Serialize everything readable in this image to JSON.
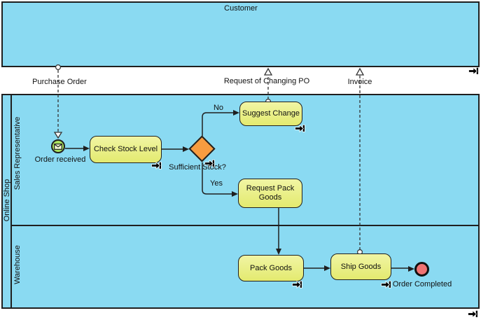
{
  "pools": {
    "customer": {
      "label": "Customer"
    },
    "online_shop": {
      "label": "Online Shop",
      "lanes": {
        "sales_rep": {
          "label": "Sales Representative"
        },
        "warehouse": {
          "label": "Warehouse"
        }
      }
    }
  },
  "nodes": {
    "start_event": {
      "label": "Order received",
      "type": "message-start-event"
    },
    "check_stock_task": {
      "label": "Check Stock Level"
    },
    "gateway": {
      "label": "Sufficient Stock?"
    },
    "suggest_change_task": {
      "label": "Suggest Change"
    },
    "request_pack_task": {
      "label": "Request Pack Goods"
    },
    "pack_goods_task": {
      "label": "Pack Goods"
    },
    "ship_goods_task": {
      "label": "Ship Goods"
    },
    "end_event": {
      "label": "Order Completed"
    }
  },
  "edges": {
    "no": {
      "label": "No"
    },
    "yes": {
      "label": "Yes"
    }
  },
  "messages": {
    "purchase_order": {
      "label": "Purchase Order"
    },
    "request_changing_po": {
      "label": "Request of Changing PO"
    },
    "invoice": {
      "label": "Invoice"
    }
  },
  "colors": {
    "pool_fill": "#8ADAF2",
    "task_fill": "#E7ED7A",
    "task_border": "#1F1F1F",
    "gateway_fill": "#F89C40",
    "start_event_fill": "#ABE25F",
    "end_event_fill": "#F07373",
    "line": "#1F1F1F"
  }
}
